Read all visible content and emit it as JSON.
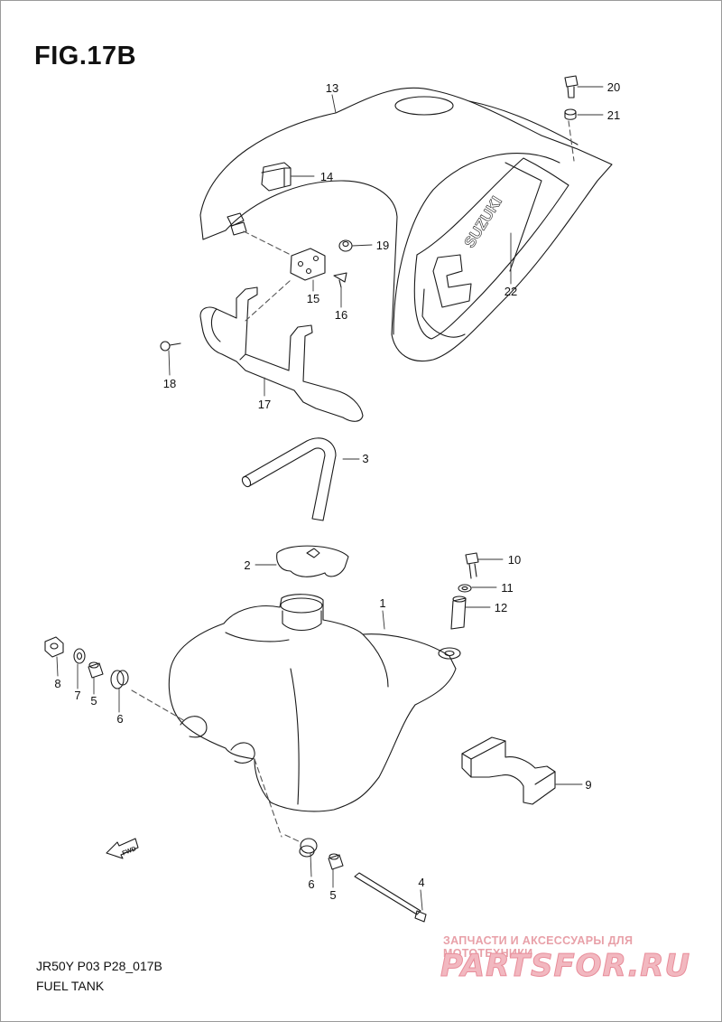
{
  "figure": {
    "title": "FIG.17B",
    "code": "JR50Y P03 P28_017B",
    "name": "FUEL TANK"
  },
  "brand_text": "SUZUKI",
  "fwd_label": "FWD",
  "callouts": [
    "1",
    "2",
    "3",
    "4",
    "5",
    "5",
    "6",
    "6",
    "7",
    "8",
    "9",
    "10",
    "11",
    "12",
    "13",
    "14",
    "15",
    "16",
    "17",
    "18",
    "19",
    "20",
    "21",
    "22"
  ],
  "watermark": {
    "tagline": "ЗАПЧАСТИ И АКСЕССУАРЫ ДЛЯ МОТОТЕХНИКИ",
    "logo": "PARTSFOR.RU"
  },
  "colors": {
    "line": "#1a1a1a",
    "watermark": "#e88d9a"
  }
}
